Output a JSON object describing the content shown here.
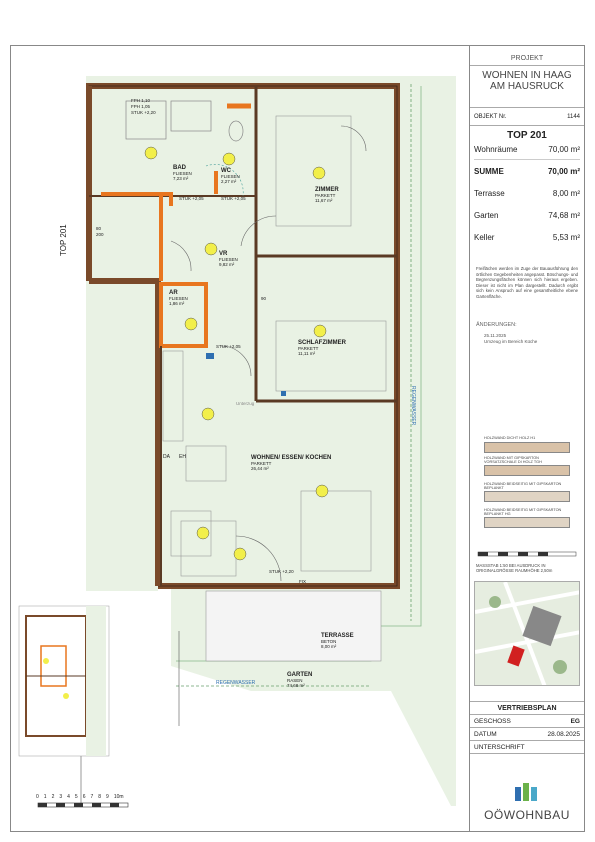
{
  "plan": {
    "top_label": "TOP 201",
    "rooms": {
      "bad": {
        "name": "BAD",
        "floor": "FLIESEN",
        "area": "7,23 m²"
      },
      "wc": {
        "name": "WC",
        "floor": "FLIESEN",
        "area": "2,27 m²"
      },
      "zimmer": {
        "name": "ZIMMER",
        "floor": "PARKETT",
        "area": "11,67 m²"
      },
      "vr": {
        "name": "VR",
        "floor": "FLIESEN",
        "area": "9,82 m²"
      },
      "ar": {
        "name": "AR",
        "floor": "FLIESEN",
        "area": "1,86 m²"
      },
      "schlafzimmer": {
        "name": "SCHLAFZIMMER",
        "floor": "PARKETT",
        "area": "11,11 m²"
      },
      "wohnen": {
        "name": "WOHNEN/ ESSEN/ KOCHEN",
        "floor": "PARKETT",
        "area": "26,44 m²"
      },
      "terrasse": {
        "name": "TERRASSE",
        "floor": "BETON",
        "area": "8,00 m²"
      },
      "garten": {
        "name": "GARTEN",
        "floor": "RASEN",
        "area": "74,68 m²"
      }
    },
    "annotations": {
      "fph_bad": "FPH 1,10",
      "fph_bad2": "FPH 1,05",
      "stuk_bad": "STUK +2,20",
      "stuk_205a": "STUK +2,05",
      "stuk_205b": "STUK +2,05",
      "stuk_205c": "STUK +2,05",
      "stuk_220": "STUK +2,20",
      "door_80": "80",
      "door_200": "200",
      "door_90": "90",
      "unterzug": "Unterzug",
      "fix": "FIX",
      "regenwasser": "REGENWASSER",
      "regenwasser_side": "REGENWASSER",
      "da": "DA",
      "eh": "EH"
    },
    "scale_ticks": [
      "0",
      "1",
      "2",
      "3",
      "4",
      "5",
      "6",
      "7",
      "8",
      "9",
      "10m"
    ]
  },
  "panel": {
    "projekt_label": "PROJEKT",
    "project_title_1": "WOHNEN IN HAAG",
    "project_title_2": "AM HAUSRUCK",
    "objekt_label": "OBJEKT Nr.",
    "objekt_nr": "1144",
    "top": "TOP 201",
    "areas": [
      {
        "label": "Wohnräume",
        "value": "70,00 m²"
      },
      {
        "label": "SUMME",
        "value": "70,00 m²"
      },
      {
        "label": "Terrasse",
        "value": "8,00 m²"
      },
      {
        "label": "Garten",
        "value": "74,68 m²"
      },
      {
        "label": "Keller",
        "value": "5,53 m²"
      }
    ],
    "notes": "Freiflächen werden im Zuge der Bauausführung den örtlichen Gegebenheiten angepasst. Böschungs- und Begrenzungsflächen können sich hieraus ergeben. Dieser ist nicht im Plan dargestellt. Dadurch ergibt sich kein Anspruch auf eine gesamtheitliche ebene Gartenfläche.",
    "aenderungen_label": "ÄNDERUNGEN:",
    "aenderung_date": "25.11.2025",
    "aenderung_text": "Umzeug im Bereich Küche",
    "legend": [
      "HOLZWAND DICHT HOLZ H1",
      "HOLZWAND MIT GIPSKARTON VORSATZSCHALE DI HOLZ TGH",
      "HOLZWAND BEIDSEITIG MIT GIPSKARTON BEPLANKT",
      "HOLZWAND BEIDSEITIG MIT GIPSKARTON BEPLANKT HG"
    ],
    "scale_note": "MASSSTAB 1:50 BEI AUSDRUCK IN ORIGINALGRÖSSE RAUMHÖHE 2,50m",
    "plan_type": "VERTRIEBSPLAN",
    "geschoss_label": "GESCHOSS",
    "geschoss_value": "EG",
    "datum_label": "DATUM",
    "datum_value": "28.08.2025",
    "unterschrift_label": "UNTERSCHRIFT",
    "brand": "OÖWOHNBAU"
  },
  "colors": {
    "wall": "#7a4a2a",
    "partition": "#e8761f",
    "grass": "#e9f2e4",
    "accent_blue": "#2f6fb0",
    "light_yellow": "#f2ef4a"
  }
}
